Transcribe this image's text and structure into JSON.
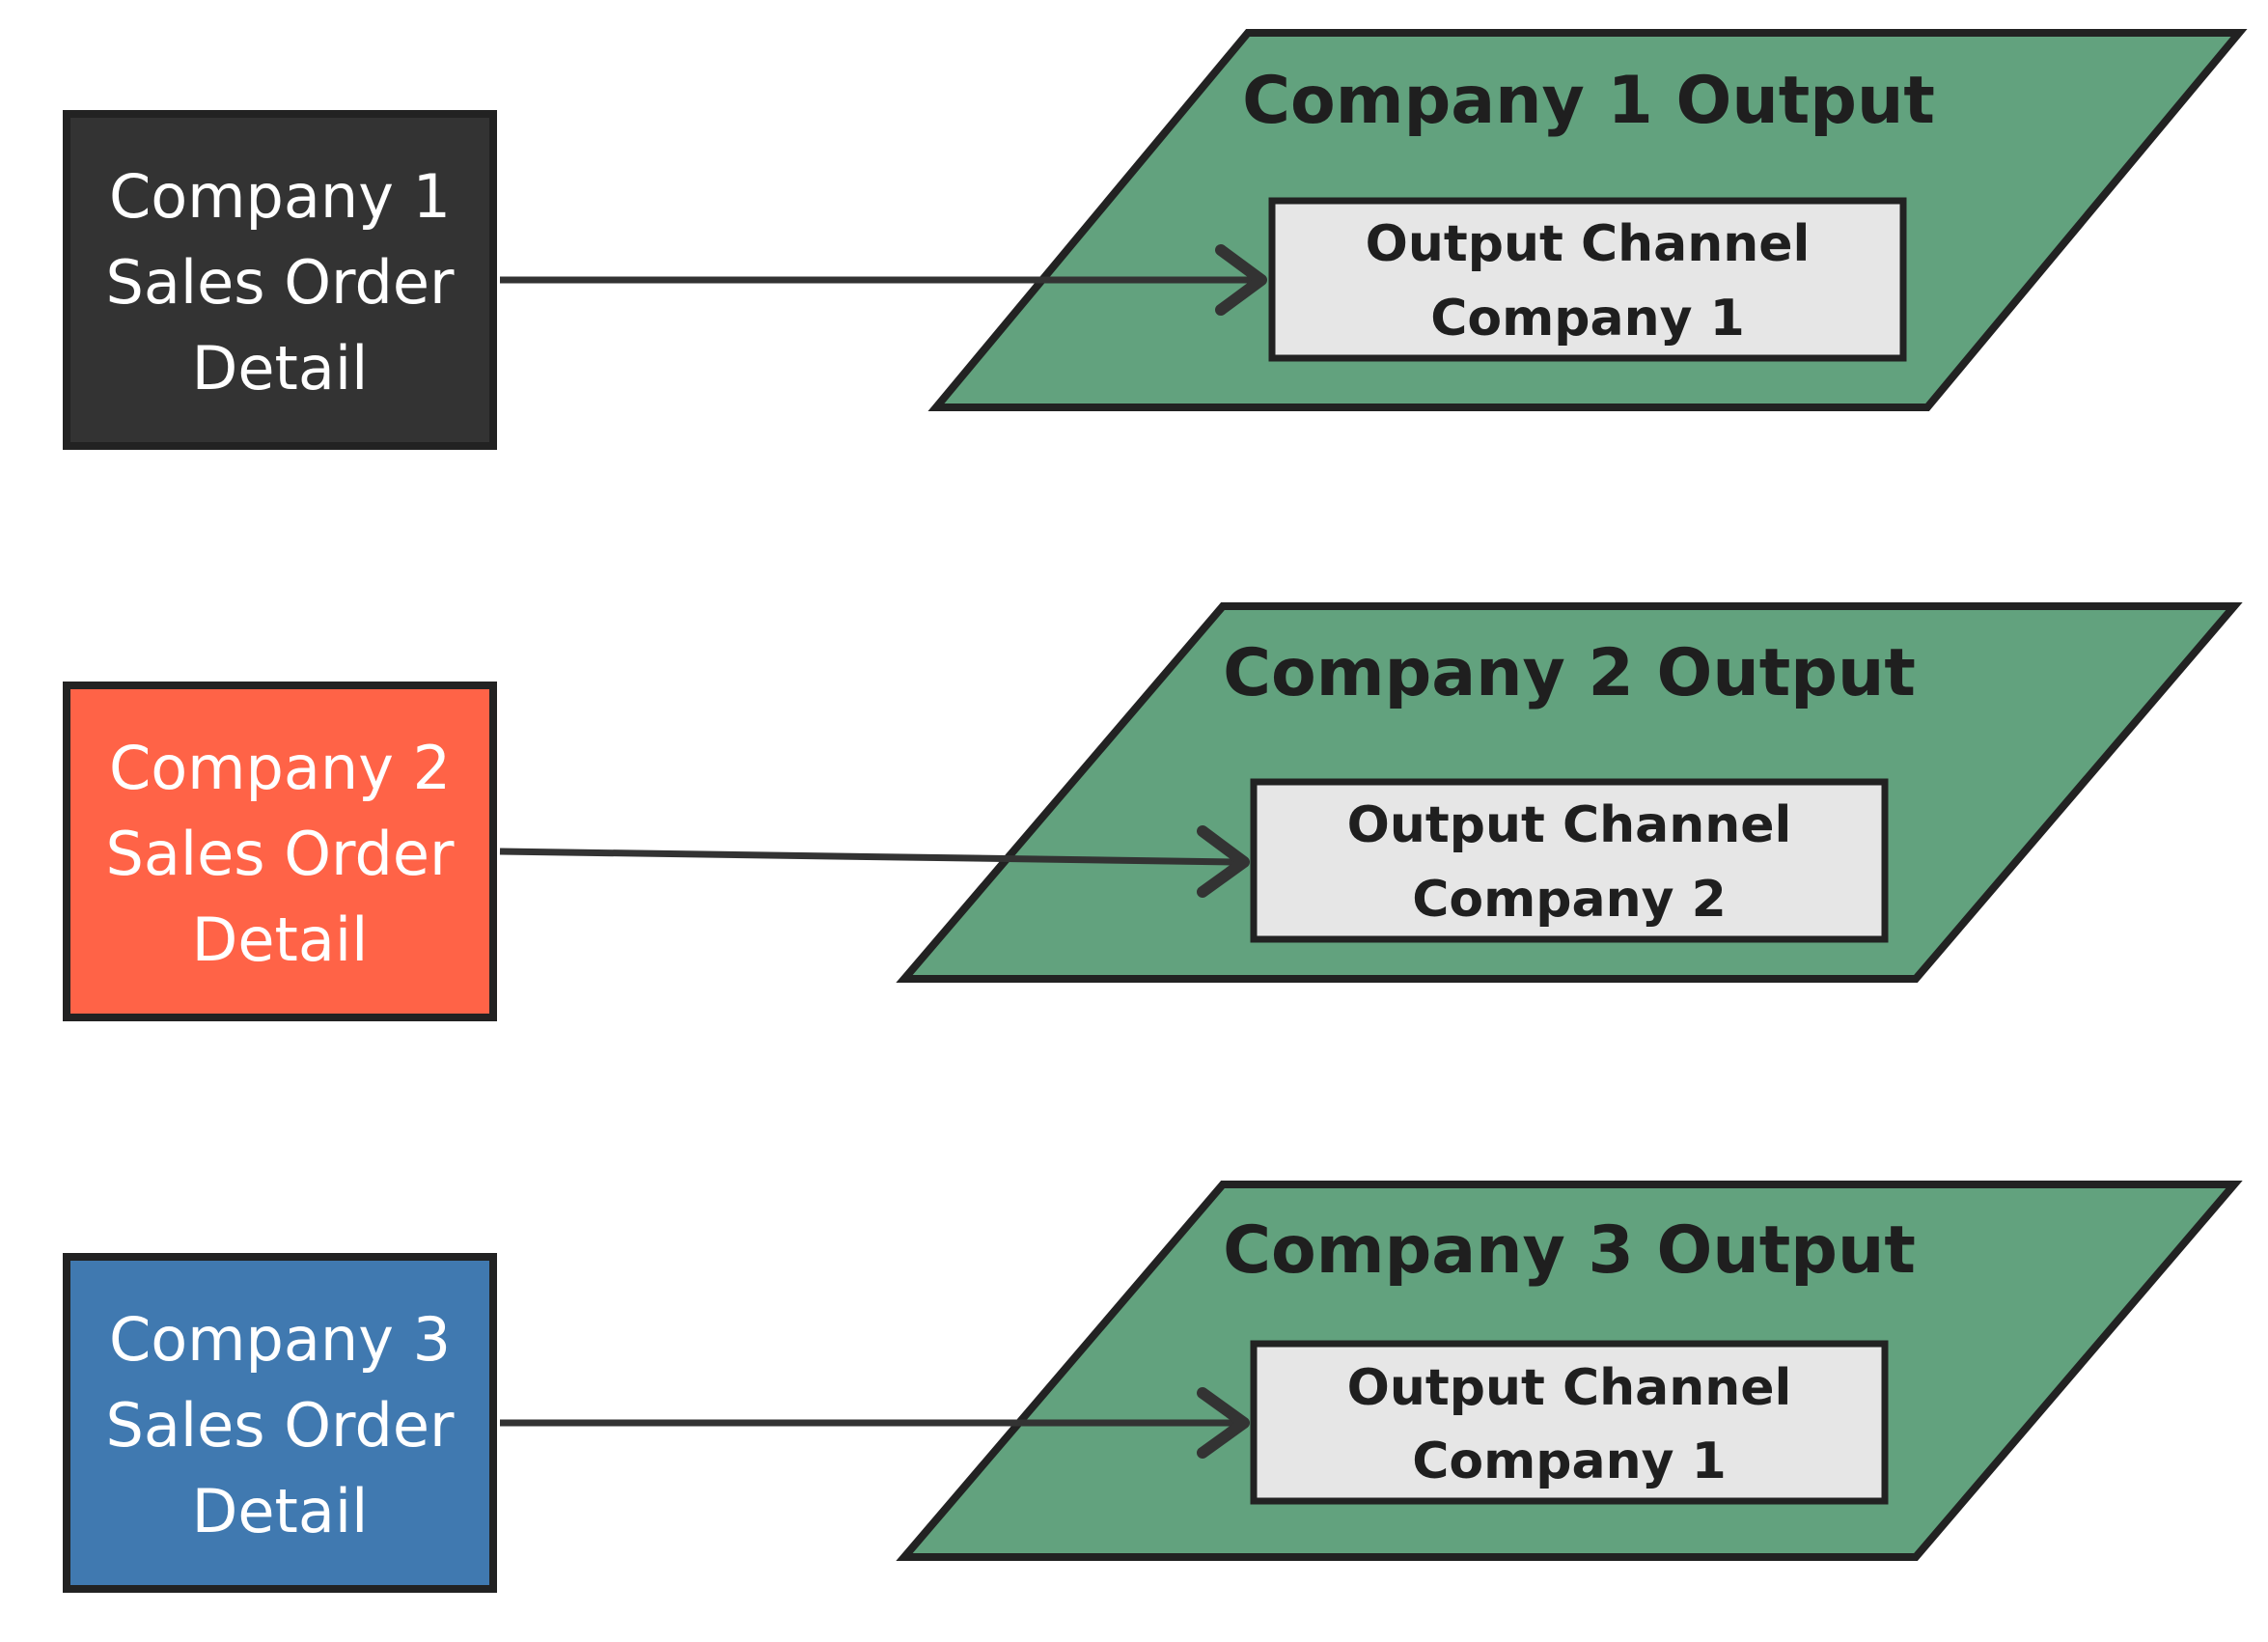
{
  "colors": {
    "source_1": "#333333",
    "source_2": "#ff6347",
    "source_3": "#4079b0",
    "output_fill": "#62a27e",
    "channel_fill": "#e6e6e6",
    "stroke": "#222222"
  },
  "sources": [
    {
      "line1": "Company 1",
      "line2": "Sales Order",
      "line3": "Detail"
    },
    {
      "line1": "Company 2",
      "line2": "Sales Order",
      "line3": "Detail"
    },
    {
      "line1": "Company 3",
      "line2": "Sales Order",
      "line3": "Detail"
    }
  ],
  "outputs": [
    {
      "title": "Company 1 Output",
      "channel_line1": "Output Channel",
      "channel_line2": "Company 1"
    },
    {
      "title": "Company 2 Output",
      "channel_line1": "Output Channel",
      "channel_line2": "Company 2"
    },
    {
      "title": "Company 3 Output",
      "channel_line1": "Output Channel",
      "channel_line2": "Company 1"
    }
  ]
}
